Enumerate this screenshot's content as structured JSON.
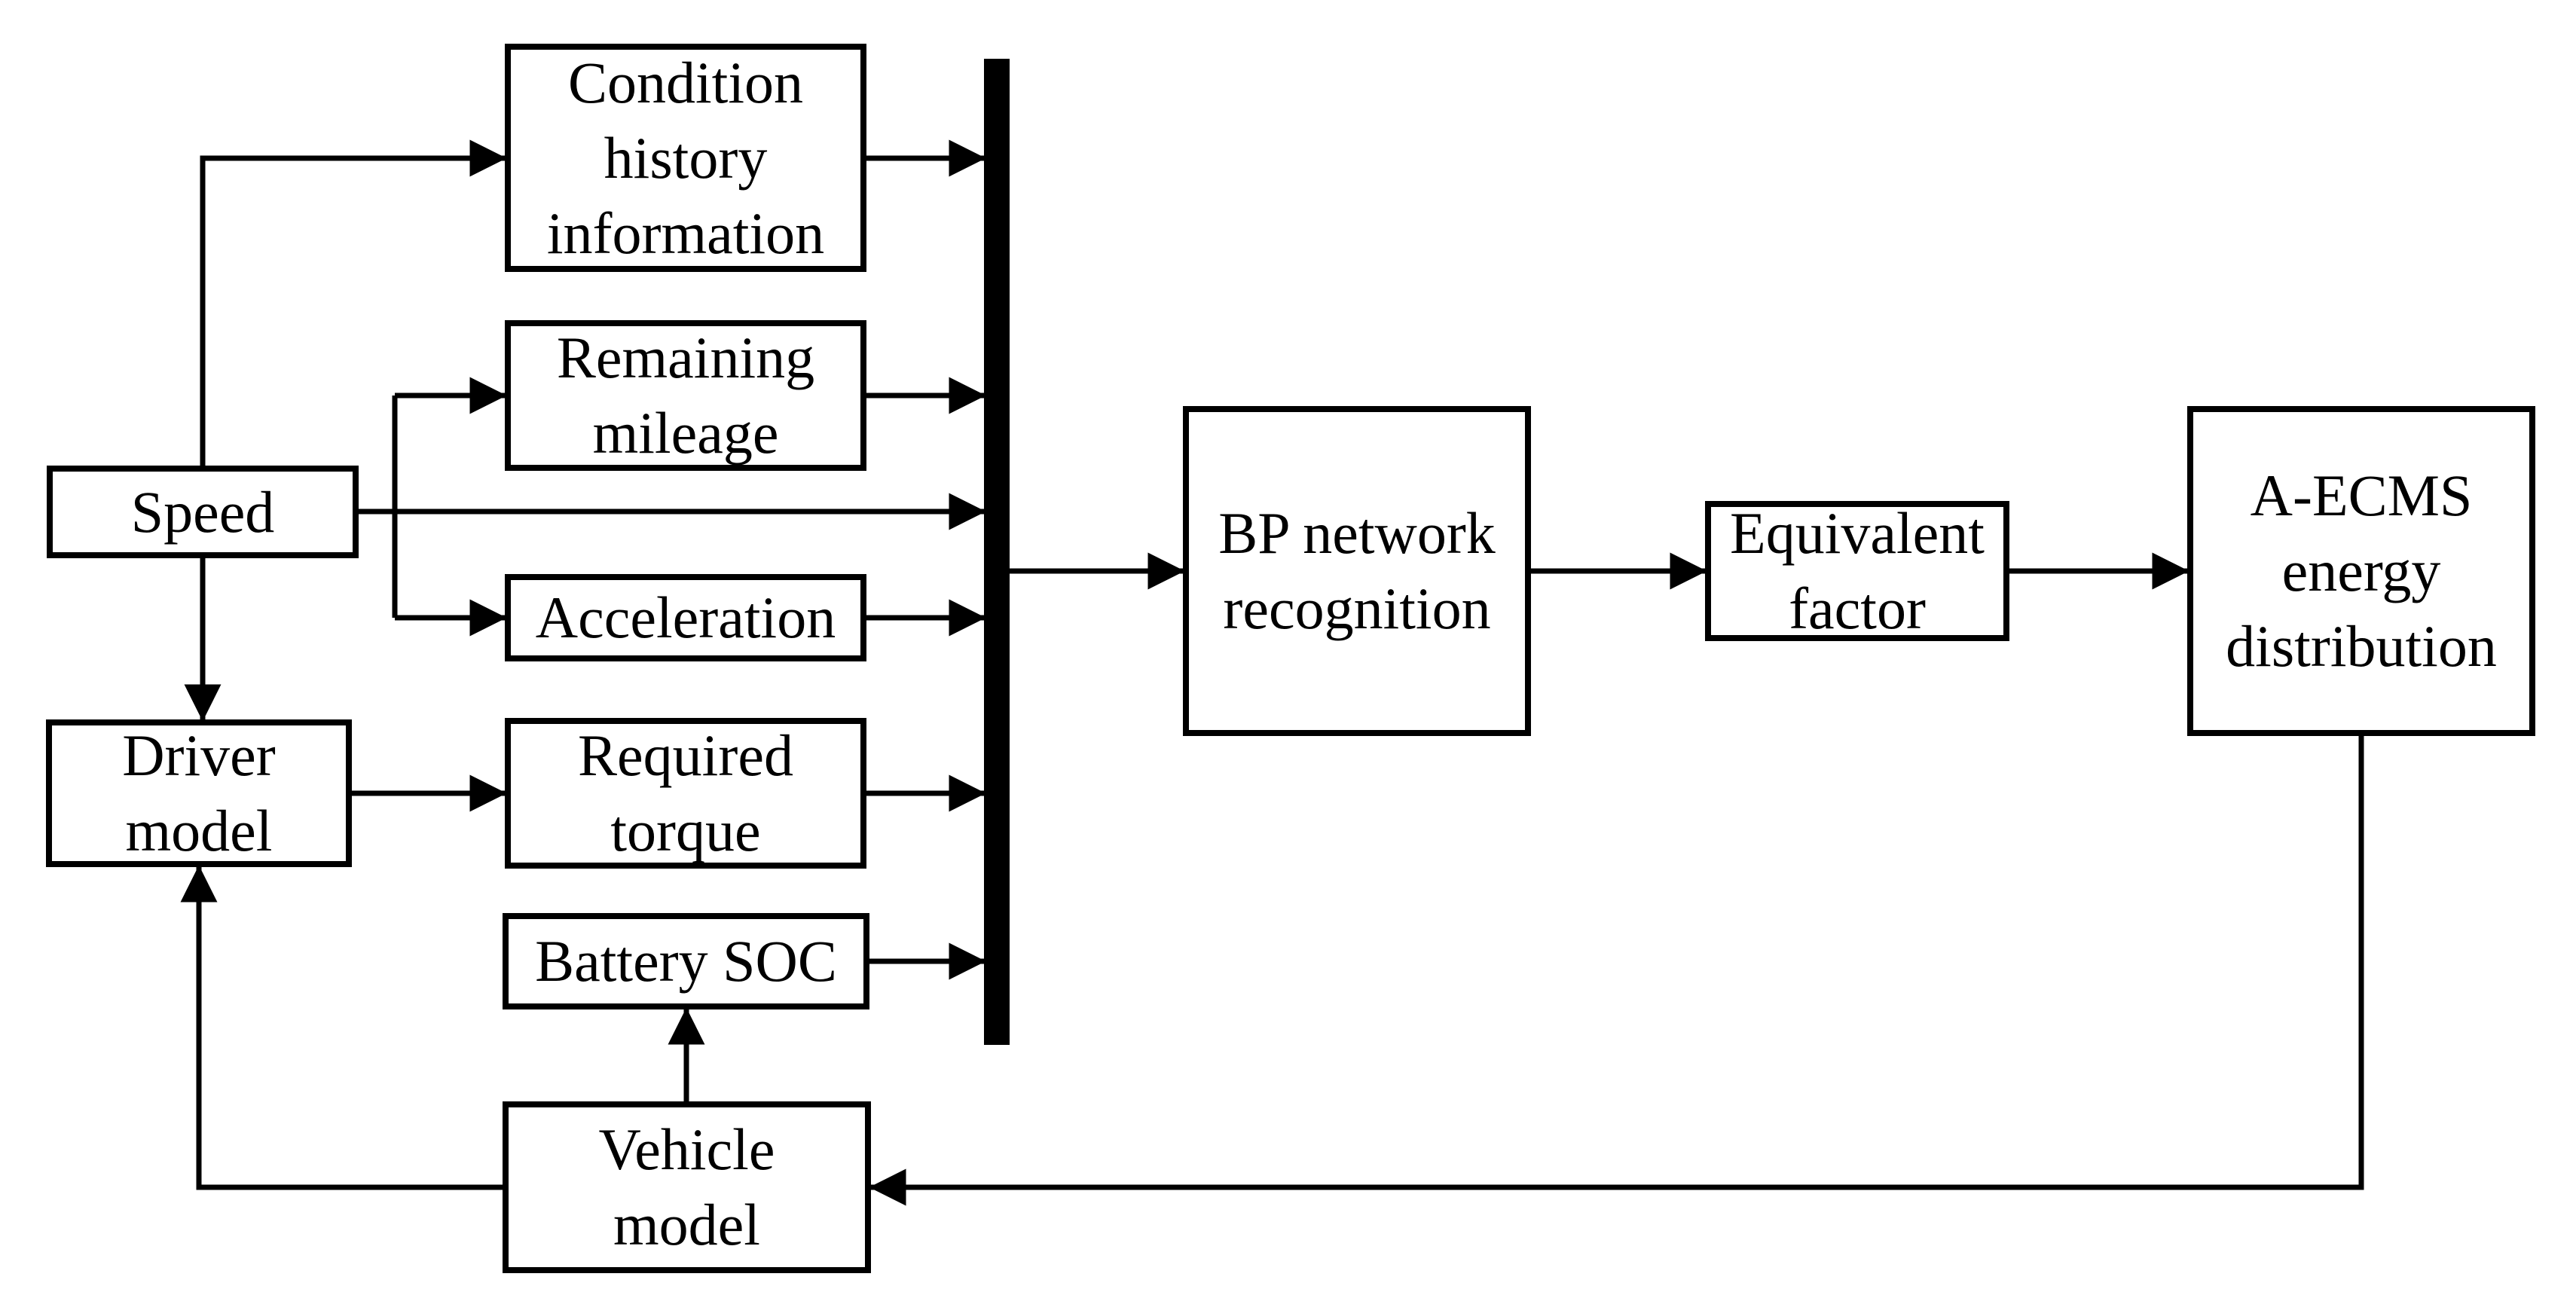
{
  "diagram": {
    "type": "block-diagram",
    "description": "A-ECMS energy management control block diagram",
    "colors": {
      "line": "#000000",
      "background": "#ffffff",
      "node_fill": "#ffffff",
      "node_text": "#000000",
      "bus_fill": "#000000"
    },
    "nodes": {
      "speed": {
        "label": "Speed"
      },
      "condition_history": {
        "label": "Condition\nhistory\ninformation"
      },
      "remaining_mileage": {
        "label": "Remaining\nmileage"
      },
      "acceleration": {
        "label": "Acceleration"
      },
      "driver_model": {
        "label": "Driver\nmodel"
      },
      "required_torque": {
        "label": "Required\ntorque"
      },
      "battery_soc": {
        "label": "Battery SOC"
      },
      "vehicle_model": {
        "label": "Vehicle\nmodel"
      },
      "bp_network": {
        "label": "BP network\nrecognition"
      },
      "equivalent_factor": {
        "label": "Equivalent\nfactor"
      },
      "aecms": {
        "label": "A-ECMS\nenergy\ndistribution"
      },
      "input_bus": {
        "label": ""
      }
    },
    "edges": [
      {
        "from": "speed",
        "to": "condition_history"
      },
      {
        "from": "speed",
        "to": "remaining_mileage"
      },
      {
        "from": "speed",
        "to": "acceleration"
      },
      {
        "from": "speed",
        "to": "input_bus"
      },
      {
        "from": "speed",
        "to": "driver_model"
      },
      {
        "from": "condition_history",
        "to": "input_bus"
      },
      {
        "from": "remaining_mileage",
        "to": "input_bus"
      },
      {
        "from": "acceleration",
        "to": "input_bus"
      },
      {
        "from": "driver_model",
        "to": "required_torque"
      },
      {
        "from": "required_torque",
        "to": "input_bus"
      },
      {
        "from": "battery_soc",
        "to": "input_bus"
      },
      {
        "from": "vehicle_model",
        "to": "battery_soc"
      },
      {
        "from": "input_bus",
        "to": "bp_network"
      },
      {
        "from": "bp_network",
        "to": "equivalent_factor"
      },
      {
        "from": "equivalent_factor",
        "to": "aecms"
      },
      {
        "from": "aecms",
        "to": "vehicle_model"
      },
      {
        "from": "vehicle_model",
        "to": "driver_model"
      }
    ]
  }
}
